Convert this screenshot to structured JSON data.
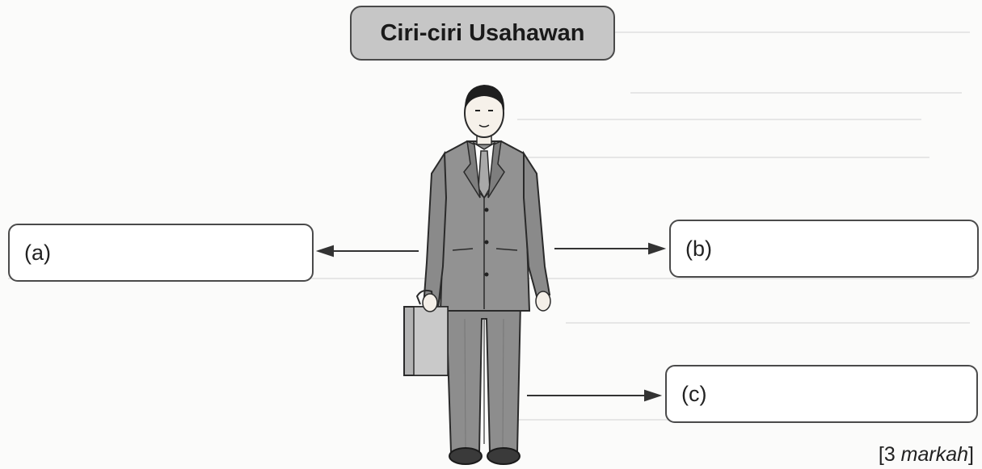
{
  "title": "Ciri-ciri Usahawan",
  "boxes": [
    {
      "id": "a",
      "label": "(a)"
    },
    {
      "id": "b",
      "label": "(b)"
    },
    {
      "id": "c",
      "label": "(c)"
    }
  ],
  "marks": {
    "open": "[3 ",
    "word": "markah",
    "close": "]"
  },
  "figure_icon": "businessman-with-briefcase"
}
